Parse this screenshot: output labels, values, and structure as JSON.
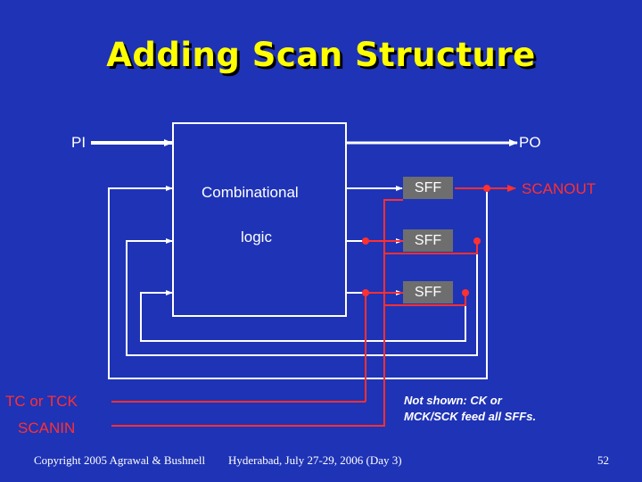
{
  "title": "Adding Scan Structure",
  "labels": {
    "pi": "PI",
    "po": "PO",
    "comb_line1": "Combinational",
    "comb_line2": "logic",
    "scanout": "SCANOUT",
    "tc": "TC or TCK",
    "scanin": "SCANIN",
    "sff1": "SFF",
    "sff2": "SFF",
    "sff3": "SFF"
  },
  "note": "Not shown: CK or MCK/SCK feed all SFFs.",
  "footer": {
    "copyright": "Copyright 2005 Agrawal & Bushnell",
    "event": "Hyderabad, July 27-29, 2006 (Day 3)",
    "page": "52"
  },
  "colors": {
    "background": "#1f33b6",
    "title": "#ffff00",
    "wire_white": "#ffffff",
    "wire_red": "#ff3030",
    "sff_fill": "#6e6e6e"
  }
}
